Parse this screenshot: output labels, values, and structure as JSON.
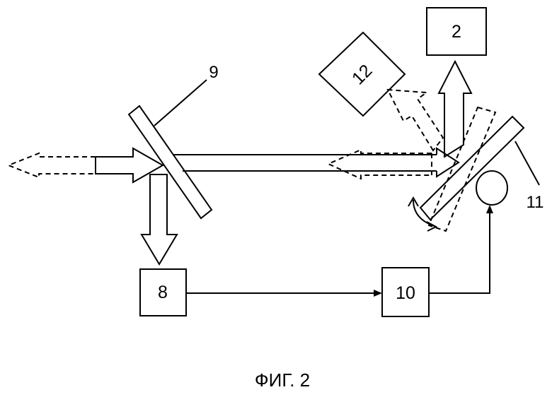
{
  "figure": {
    "caption": "ФИГ. 2",
    "colors": {
      "stroke": "#000000",
      "background": "#ffffff"
    }
  },
  "boxes": {
    "box_2": "2",
    "box_8": "8",
    "box_10": "10",
    "box_12": "12"
  },
  "references": {
    "ref_9": "9",
    "ref_11": "11"
  }
}
